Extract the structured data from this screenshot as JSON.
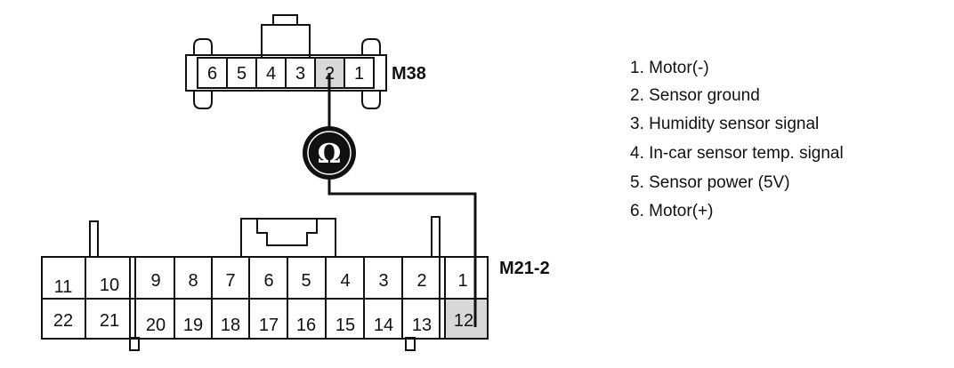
{
  "connector_m38": {
    "label": "M38",
    "pins": [
      "6",
      "5",
      "4",
      "3",
      "2",
      "1"
    ]
  },
  "connector_m21_2": {
    "label": "M21-2",
    "top_row": [
      "11",
      "10",
      "9",
      "8",
      "7",
      "6",
      "5",
      "4",
      "3",
      "2",
      "1"
    ],
    "bottom_row": [
      "22",
      "21",
      "20",
      "19",
      "18",
      "17",
      "16",
      "15",
      "14",
      "13",
      "12"
    ]
  },
  "meter": {
    "symbol": "Ω"
  },
  "legend": {
    "items": [
      "1. Motor(-)",
      "2. Sensor ground",
      "3. Humidity sensor signal",
      "4. In-car sensor temp. signal",
      "5. Sensor power (5V)",
      "6. Motor(+)"
    ]
  },
  "colors": {
    "line": "#111111",
    "highlight": "#d8d8d8"
  }
}
